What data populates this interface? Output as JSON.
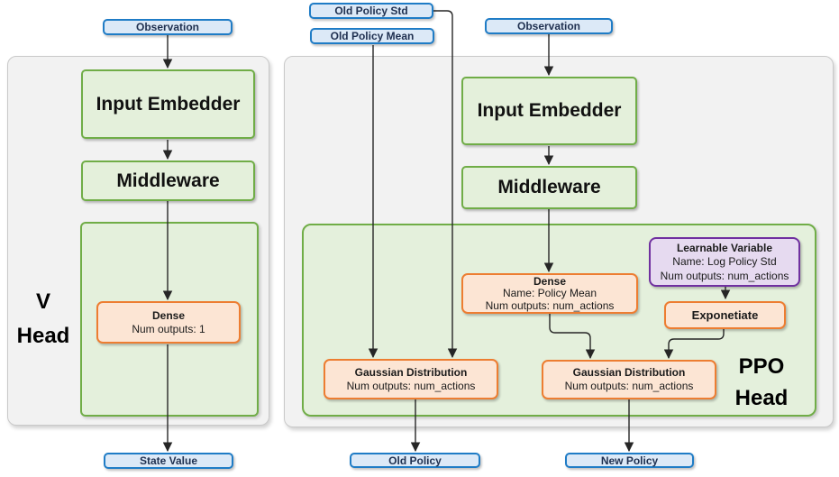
{
  "colors": {
    "terminal_border": "#1F7CC6",
    "terminal_fill": "#DCE9F7",
    "process_border": "#70AD47",
    "process_fill": "#E4F0DB",
    "layer_border": "#ED7D31",
    "layer_fill": "#FCE5D4",
    "variable_border": "#7030A0",
    "variable_fill": "#E6DAF0",
    "container_fill": "#F2F2F2",
    "wire": "#262626"
  },
  "terminals": {
    "observation_left": "Observation",
    "old_policy_std": "Old Policy Std",
    "old_policy_mean": "Old Policy Mean",
    "observation_right": "Observation",
    "state_value": "State Value",
    "old_policy": "Old Policy",
    "new_policy": "New Policy"
  },
  "v_head": {
    "label": "V Head",
    "input_embedder": "Input Embedder",
    "middleware": "Middleware",
    "dense": {
      "title": "Dense",
      "num_outputs": "Num outputs: 1"
    }
  },
  "ppo_head": {
    "label": "PPO Head",
    "input_embedder": "Input Embedder",
    "middleware": "Middleware",
    "dense": {
      "title": "Dense",
      "name": "Name: Policy Mean",
      "num_outputs": "Num outputs: num_actions"
    },
    "learnable_variable": {
      "title": "Learnable Variable",
      "name": "Name: Log Policy Std",
      "num_outputs": "Num outputs: num_actions"
    },
    "exponetiate": "Exponetiate",
    "gaussian_old": {
      "title": "Gaussian Distribution",
      "num_outputs": "Num outputs: num_actions"
    },
    "gaussian_new": {
      "title": "Gaussian Distribution",
      "num_outputs": "Num outputs: num_actions"
    }
  }
}
